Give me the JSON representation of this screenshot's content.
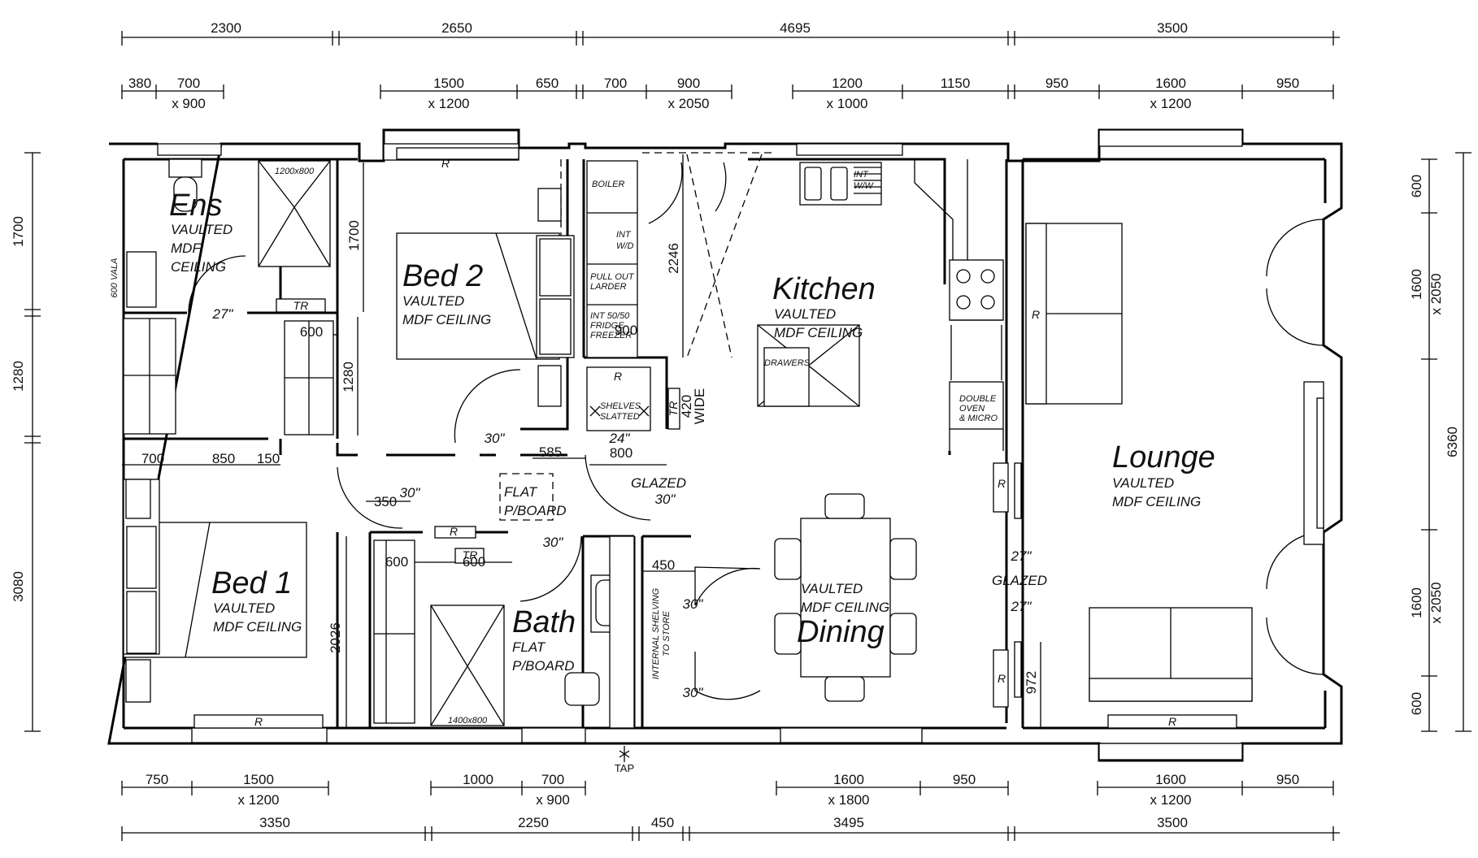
{
  "dims_top_overall": [
    "2300",
    "2650",
    "4695",
    "3500"
  ],
  "dims_top_openings": [
    {
      "w": "380"
    },
    {
      "w": "700",
      "h": "x 900"
    },
    {
      "w": "1500",
      "h": "x 1200"
    },
    {
      "w": "650"
    },
    {
      "w": "700"
    },
    {
      "w": "900",
      "h": "x 2050"
    },
    {
      "w": "1200",
      "h": "x 1000"
    },
    {
      "w": "1150"
    },
    {
      "w": "950"
    },
    {
      "w": "1600",
      "h": "x 1200"
    },
    {
      "w": "950"
    }
  ],
  "dims_bottom_openings": [
    {
      "w": "750"
    },
    {
      "w": "1500",
      "h": "x 1200"
    },
    {
      "w": "1000"
    },
    {
      "w": "700",
      "h": "x 900"
    },
    {
      "w": "1600",
      "h": "x 1800"
    },
    {
      "w": "950"
    },
    {
      "w": "1600",
      "h": "x 1200"
    },
    {
      "w": "950"
    }
  ],
  "dims_bottom_overall": [
    "3350",
    "2250",
    "450",
    "3495",
    "3500"
  ],
  "dims_left": [
    "1700",
    "1280",
    "3080"
  ],
  "dims_right_overall": "6360",
  "dims_right_openings": [
    "600",
    "1600",
    "x 2050",
    "1600",
    "x 2050",
    "600"
  ],
  "interior_dims": {
    "ens_h": "1700",
    "stair_h": "1280",
    "stair_w": "600",
    "row_700": "700",
    "row_850": "850",
    "row_150": "150",
    "bed2_door": "30\"",
    "ens_door": "27\"",
    "bed1_door_w": "350",
    "bed1_door": "30\"",
    "cupboard_w": "585",
    "shelves_door": "24\"",
    "shelves_w": "800",
    "bath_w1": "600",
    "bath_w2": "600",
    "bed1_h": "2026",
    "store_w": "450",
    "store_door1": "30\"",
    "store_door2": "30\"",
    "hall_door": "30\"",
    "glazed_door": "30\"",
    "door_2246": "2246",
    "door_900": "900",
    "shelves_420": "420",
    "shelves_wide": "WIDE",
    "lounge_door1": "27\"",
    "lounge_door2": "27\"",
    "lounge_972": "972"
  },
  "rooms": {
    "ens": {
      "name": "Ens",
      "lines": [
        "VAULTED",
        "MDF",
        "CEILING"
      ]
    },
    "bed2": {
      "name": "Bed 2",
      "lines": [
        "VAULTED",
        "MDF CEILING"
      ]
    },
    "kitchen": {
      "name": "Kitchen",
      "lines": [
        "VAULTED",
        "MDF CEILING"
      ]
    },
    "lounge": {
      "name": "Lounge",
      "lines": [
        "VAULTED",
        "MDF CEILING"
      ]
    },
    "bed1": {
      "name": "Bed 1",
      "lines": [
        "VAULTED",
        "MDF CEILING"
      ]
    },
    "bath": {
      "name": "Bath",
      "lines": [
        "FLAT",
        "P/BOARD"
      ]
    },
    "dining": {
      "name": "Dining",
      "lines": [
        "VAULTED",
        "MDF CEILING"
      ]
    },
    "hall": {
      "lines": [
        "FLAT",
        "P/BOARD"
      ]
    }
  },
  "labels": {
    "shower_ens": "1200x800",
    "shower_bath": "1400x800",
    "tr": "TR",
    "r": "R",
    "vanity": "600 VALA",
    "boiler": "BOILER",
    "int_wd": [
      "INT",
      "W/D"
    ],
    "larder": [
      "PULL OUT",
      "LARDER"
    ],
    "fridge": [
      "INT 50/50",
      "FRIDGE",
      "FREEZER"
    ],
    "shelves": [
      "SHELVES",
      "SLATTED"
    ],
    "drawers": "DRAWERS",
    "double_oven": [
      "DOUBLE",
      "OVEN",
      "& MICRO"
    ],
    "glazed_hall": "GLAZED",
    "glazed_lounge": "GLAZED",
    "store": [
      "INTERNAL SHELVING",
      "TO STORE"
    ],
    "int_ww": [
      "INT",
      "W/W"
    ],
    "tap": "TAP"
  }
}
